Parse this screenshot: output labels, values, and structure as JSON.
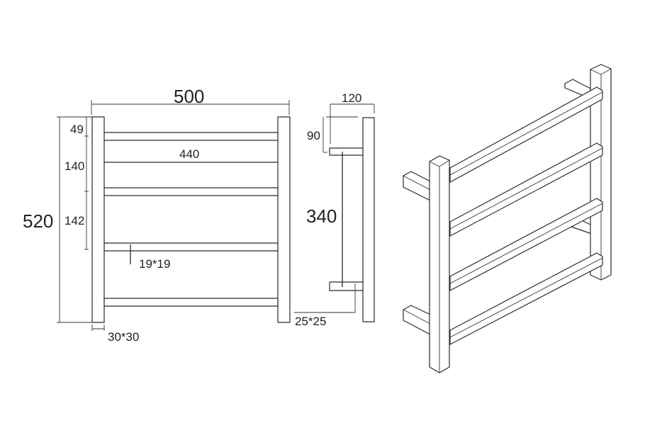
{
  "front_view": {
    "overall_width": "500",
    "overall_height": "520",
    "rail_length": "440",
    "top_offset": "49",
    "spacing_1": "140",
    "spacing_2": "142",
    "rail_section": "19*19",
    "post_section": "30*30"
  },
  "side_view": {
    "depth": "120",
    "bracket_offset": "90",
    "bracket_spacing": "340",
    "bracket_section": "25*25"
  },
  "colors": {
    "line": "#2a2a2a",
    "background": "#ffffff"
  }
}
